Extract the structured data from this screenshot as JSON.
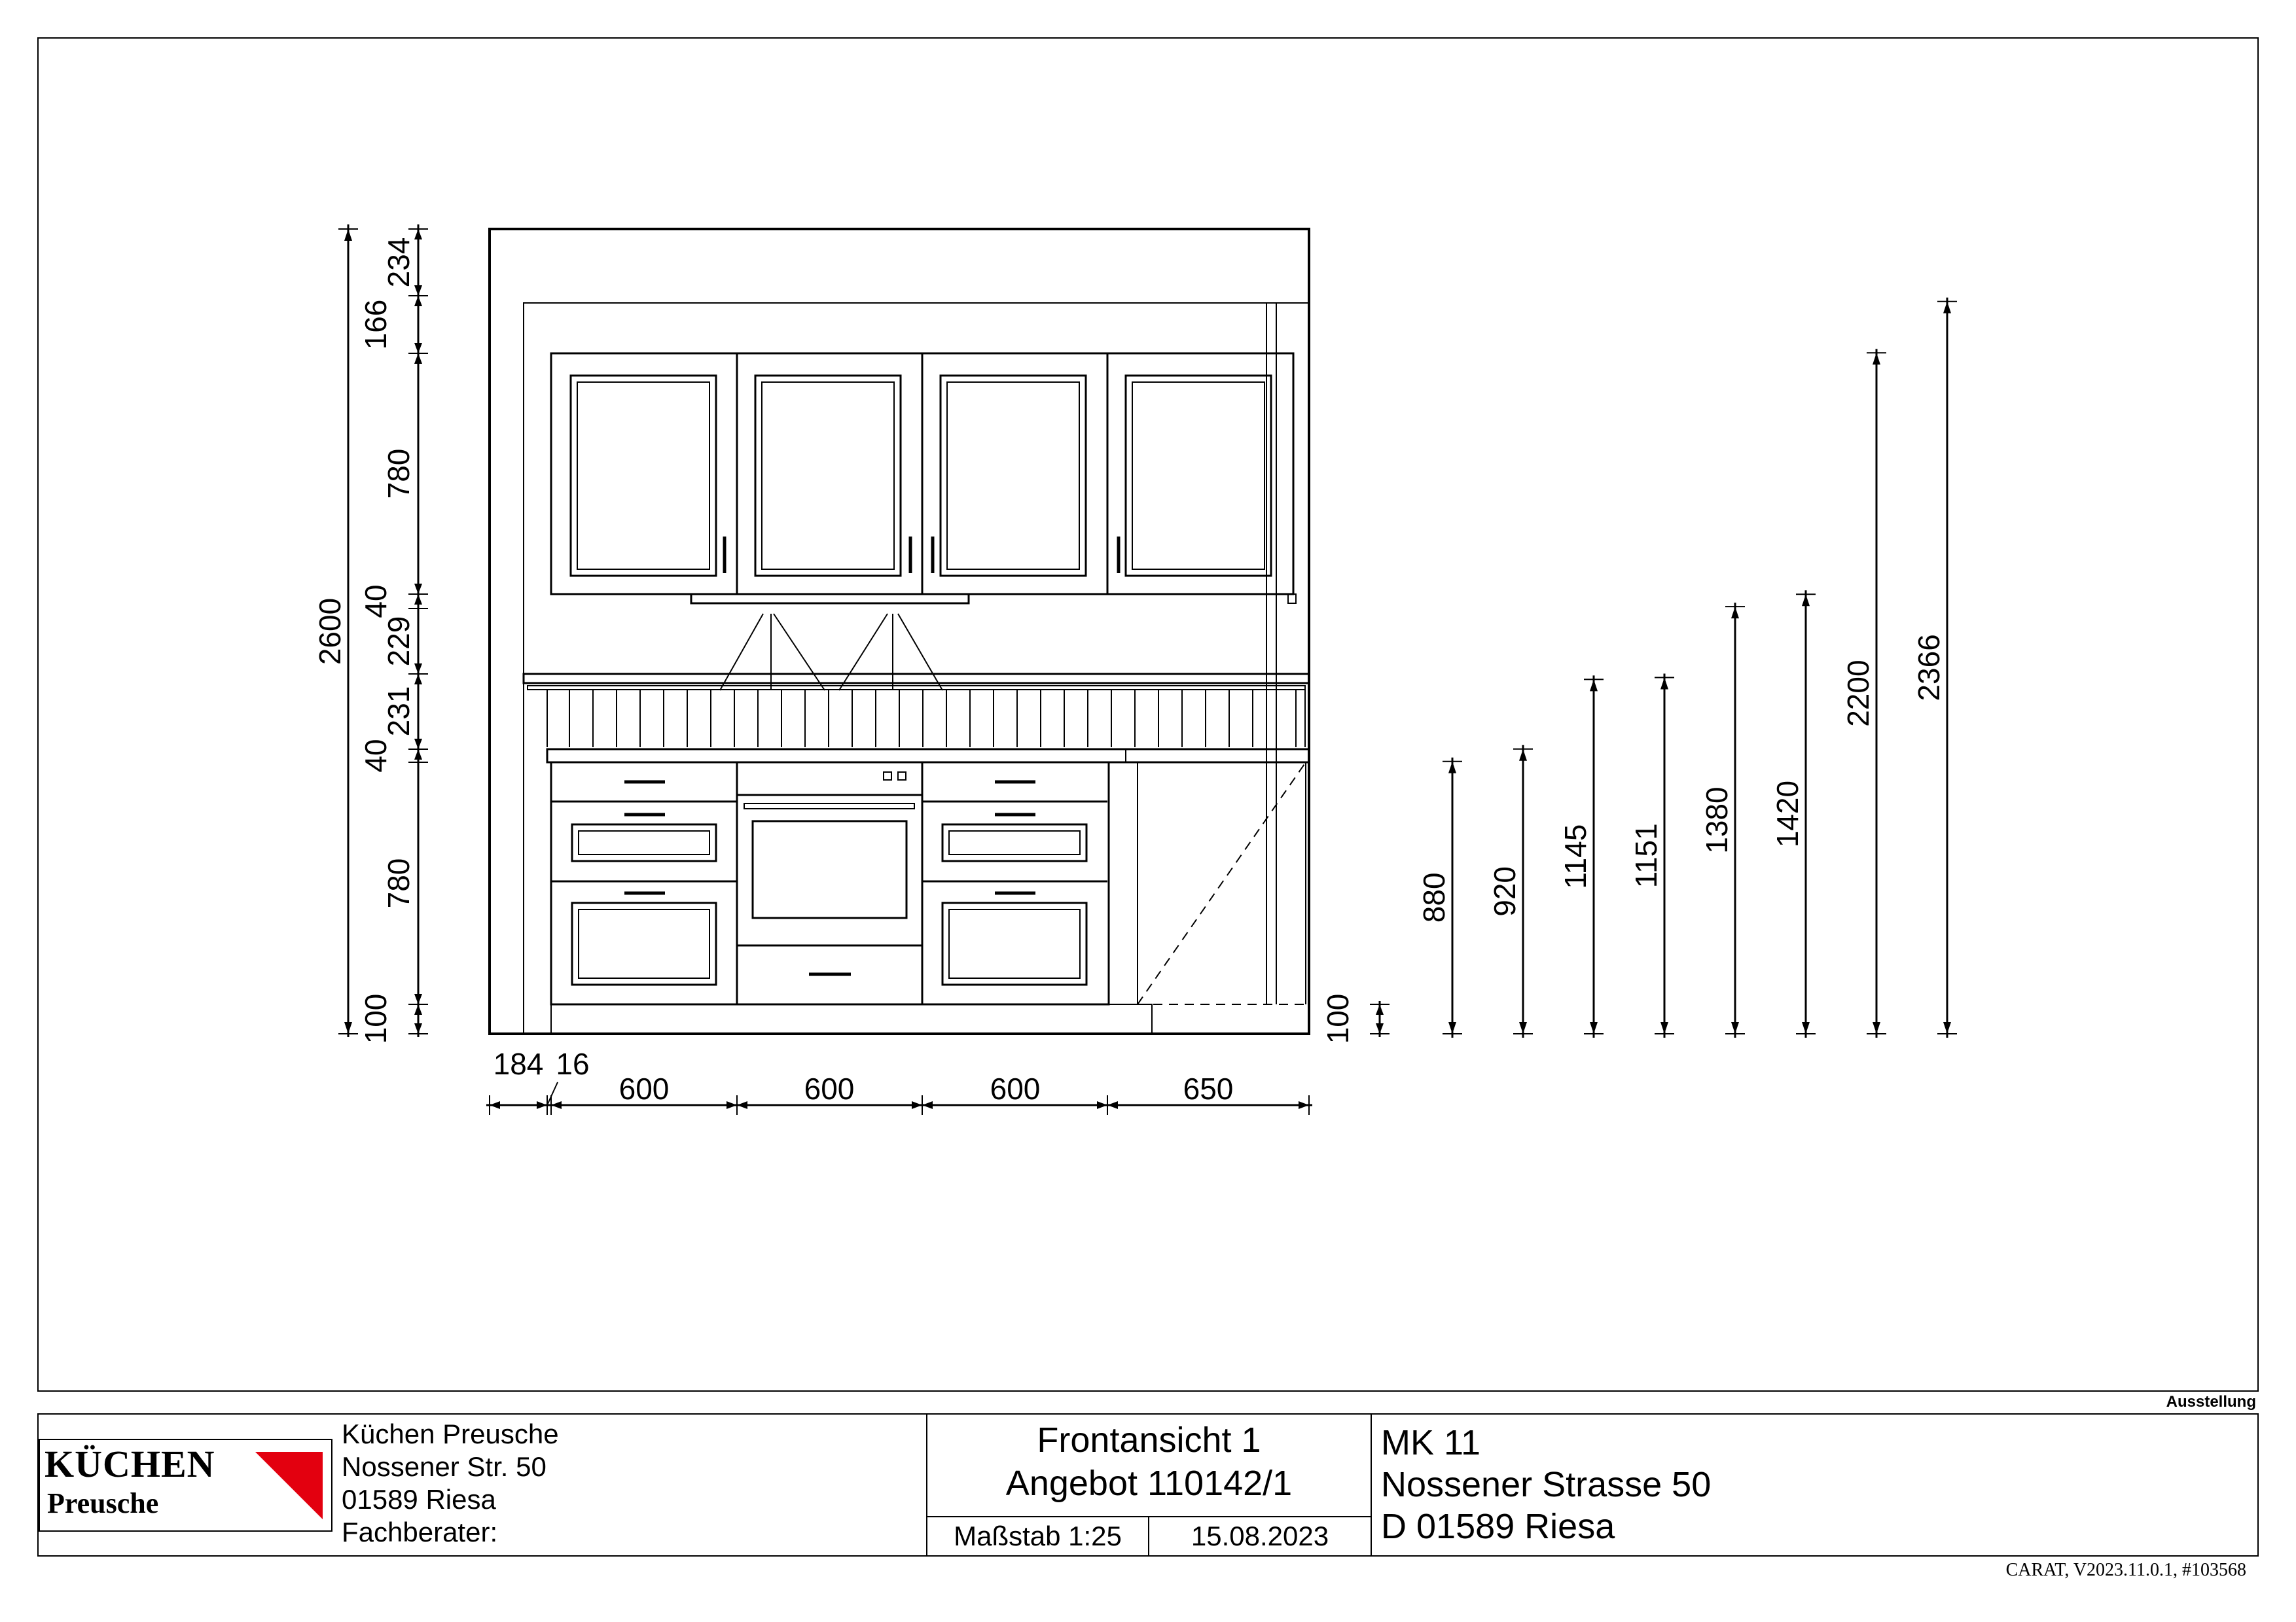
{
  "drawing": {
    "height_dims_left": {
      "total": "2600",
      "segments": [
        "234",
        "166",
        "780",
        "40",
        "229",
        "231",
        "40",
        "780",
        "100"
      ]
    },
    "width_dims": [
      "184",
      "16",
      "600",
      "600",
      "600",
      "650"
    ],
    "plinth_right": "100",
    "height_markers": [
      "880",
      "920",
      "1145",
      "1151",
      "1380",
      "1420",
      "2200",
      "2366"
    ]
  },
  "annotation": {
    "ausstellung": "Ausstellung"
  },
  "titleblock": {
    "logo": {
      "line1": "KÜCHEN",
      "line2": "Preusche",
      "accent_color": "#e3000f"
    },
    "company": {
      "name": "Küchen Preusche",
      "street": "Nossener Str. 50",
      "city": "01589 Riesa",
      "advisor_label": "Fachberater:"
    },
    "view": {
      "title": "Frontansicht 1",
      "offer": "Angebot 110142/1",
      "scale": "Maßstab 1:25",
      "date": "15.08.2023"
    },
    "client": {
      "line1": "MK 11",
      "line2": "Nossener Strasse 50",
      "line3": "D 01589 Riesa"
    }
  },
  "footer": {
    "software": "CARAT,  V2023.11.0.1,  #103568"
  }
}
